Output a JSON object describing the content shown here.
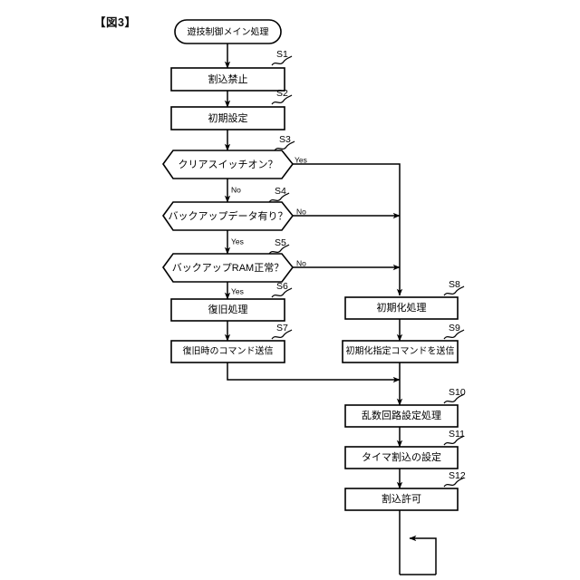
{
  "figure": {
    "label": "【図3】"
  },
  "chart_data": {
    "type": "flowchart",
    "title": "【図3】",
    "orientation": "top-to-bottom",
    "nodes": [
      {
        "id": "start",
        "shape": "stadium",
        "step": "",
        "text": "遊技制御メイン処理"
      },
      {
        "id": "s1",
        "shape": "rect",
        "step": "S1",
        "text": "割込禁止"
      },
      {
        "id": "s2",
        "shape": "rect",
        "step": "S2",
        "text": "初期設定"
      },
      {
        "id": "s3",
        "shape": "hexagon",
        "step": "S3",
        "text": "クリアスイッチオン？"
      },
      {
        "id": "s4",
        "shape": "hexagon",
        "step": "S4",
        "text": "バックアップデータ有り？"
      },
      {
        "id": "s5",
        "shape": "hexagon",
        "step": "S5",
        "text": "バックアップRAM正常？"
      },
      {
        "id": "s6",
        "shape": "rect",
        "step": "S6",
        "text": "復旧処理"
      },
      {
        "id": "s7",
        "shape": "rect",
        "step": "S7",
        "text": "復旧時のコマンド送信"
      },
      {
        "id": "s8",
        "shape": "rect",
        "step": "S8",
        "text": "初期化処理"
      },
      {
        "id": "s9",
        "shape": "rect",
        "step": "S9",
        "text": "初期化指定コマンドを送信"
      },
      {
        "id": "s10",
        "shape": "rect",
        "step": "S10",
        "text": "乱数回路設定処理"
      },
      {
        "id": "s11",
        "shape": "rect",
        "step": "S11",
        "text": "タイマ割込の設定"
      },
      {
        "id": "s12",
        "shape": "rect",
        "step": "S12",
        "text": "割込許可"
      }
    ],
    "edges": [
      {
        "from": "start",
        "to": "s1",
        "label": ""
      },
      {
        "from": "s1",
        "to": "s2",
        "label": ""
      },
      {
        "from": "s2",
        "to": "s3",
        "label": ""
      },
      {
        "from": "s3",
        "to": "s4",
        "label": "No"
      },
      {
        "from": "s3",
        "to": "s8",
        "label": "Yes"
      },
      {
        "from": "s4",
        "to": "s5",
        "label": "Yes"
      },
      {
        "from": "s4",
        "to": "s8",
        "label": "No"
      },
      {
        "from": "s5",
        "to": "s6",
        "label": "Yes"
      },
      {
        "from": "s5",
        "to": "s8",
        "label": "No"
      },
      {
        "from": "s6",
        "to": "s7",
        "label": ""
      },
      {
        "from": "s7",
        "to": "s10",
        "label": ""
      },
      {
        "from": "s8",
        "to": "s9",
        "label": ""
      },
      {
        "from": "s9",
        "to": "s10",
        "label": ""
      },
      {
        "from": "s10",
        "to": "s11",
        "label": ""
      },
      {
        "from": "s11",
        "to": "s12",
        "label": ""
      },
      {
        "from": "s12",
        "to": "loop",
        "label": ""
      }
    ],
    "branch_labels": {
      "s3_yes": "Yes",
      "s3_no": "No",
      "s4_no": "No",
      "s4_yes": "Yes",
      "s5_no": "No",
      "s5_yes": "Yes"
    },
    "step_labels": [
      "S1",
      "S2",
      "S3",
      "S4",
      "S5",
      "S6",
      "S7",
      "S8",
      "S9",
      "S10",
      "S11",
      "S12"
    ],
    "colors": {
      "background": "#ffffff",
      "stroke": "#000000",
      "fill": "#ffffff",
      "text": "#000000"
    },
    "notes": "Bottom terminator is an infinite loop-back arrow from S12 returning into the main trunk."
  }
}
